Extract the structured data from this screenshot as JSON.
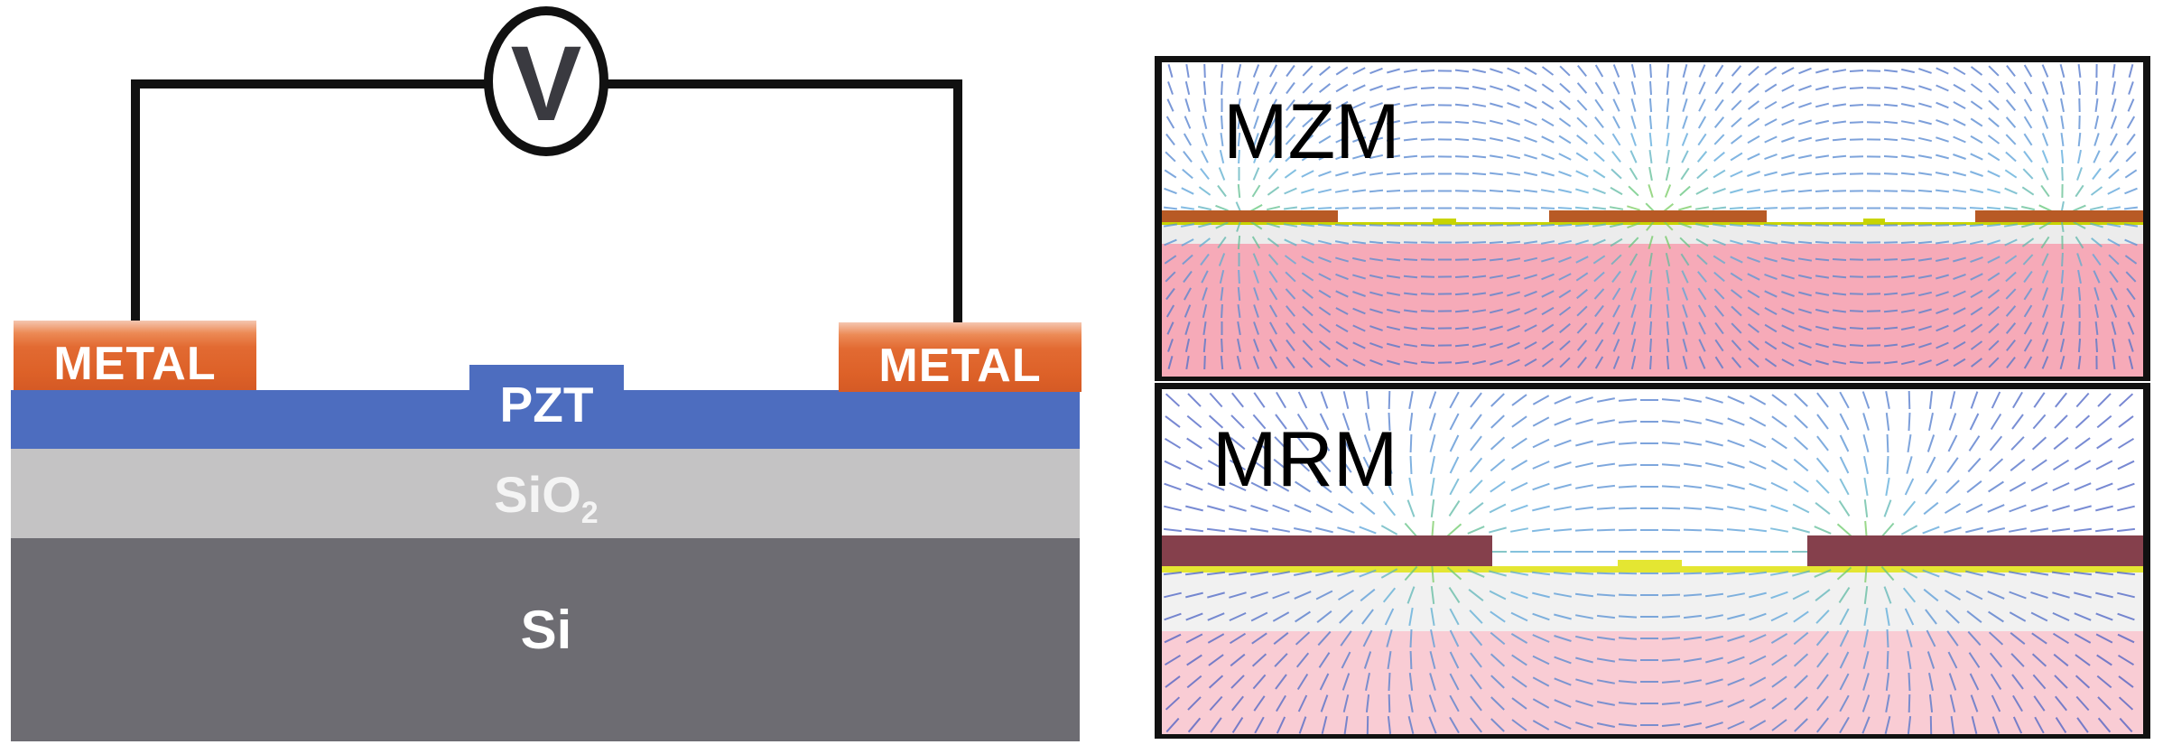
{
  "left_diagram": {
    "voltmeter_symbol": "V",
    "metal_left_label": "METAL",
    "metal_right_label": "METAL",
    "pzt_label": "PZT",
    "sio2_label": "SiO",
    "sio2_subscript": "2",
    "si_label": "Si",
    "colors": {
      "wire": "#111111",
      "voltmeter_letter": "#3a3a40",
      "pzt": "#4d6dbf",
      "sio2": "#c4c3c4",
      "si": "#6d6c72",
      "metal": "#dd6128"
    }
  },
  "right_panels": {
    "mzm": {
      "title": "MZM",
      "colors": {
        "electrode": "#b85a25",
        "pzt": "#c8d400",
        "oxide": "#ececec",
        "substrate": "#f6aab8"
      }
    },
    "mrm": {
      "title": "MRM",
      "colors": {
        "electrode": "#85404c",
        "pzt": "#e4e632",
        "oxide": "#f1f1f1",
        "substrate": "#f9ccd4"
      }
    }
  }
}
